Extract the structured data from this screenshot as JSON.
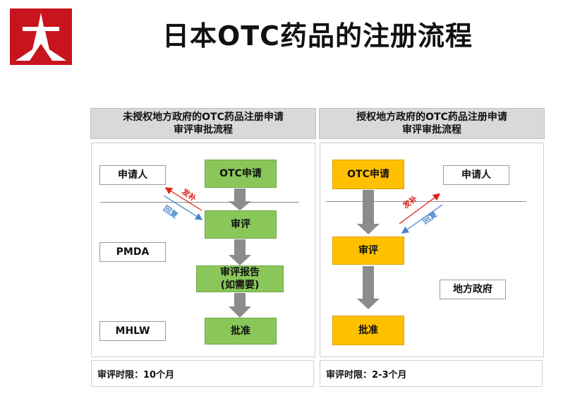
{
  "title": "日本OTC药品的注册流程",
  "colors": {
    "green": "#8ac75a",
    "orange": "#ffc000",
    "logo": "#c8141e",
    "send": "#e0221c",
    "reply": "#4a86c8"
  },
  "left_panel": {
    "header": [
      "未授权地方政府的OTC药品注册申请",
      "审评审批流程"
    ],
    "roles": {
      "applicant": "申请人",
      "pmda": "PMDA",
      "mhlw": "MHLW"
    },
    "steps": {
      "otc_apply": "OTC申请",
      "review": "审评",
      "report_line1": "审评报告",
      "report_line2": "(如需要)",
      "approve": "批准"
    },
    "send_label": "发补",
    "reply_label": "回复",
    "footer": "审评时限：10个月"
  },
  "right_panel": {
    "header": [
      "授权地方政府的OTC药品注册申请",
      "审评审批流程"
    ],
    "roles": {
      "applicant": "申请人",
      "local_gov": "地方政府"
    },
    "steps": {
      "otc_apply": "OTC申请",
      "review": "审评",
      "approve": "批准"
    },
    "send_label": "发补",
    "reply_label": "回复",
    "footer": "审评时限：2-3个月"
  }
}
